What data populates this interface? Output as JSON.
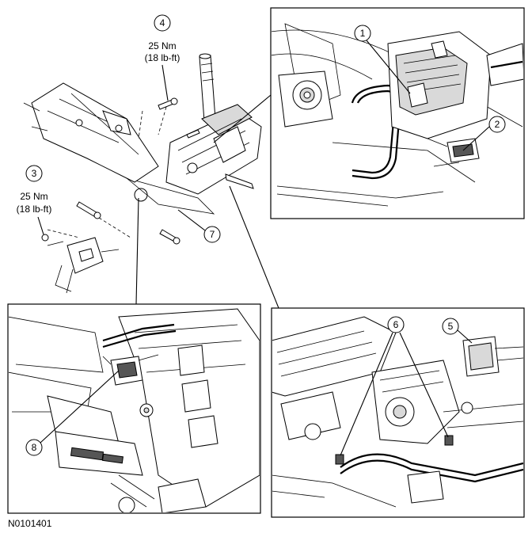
{
  "figure_id": "N0101401",
  "callouts": [
    {
      "id": "c1",
      "number": "1"
    },
    {
      "id": "c2",
      "number": "2"
    },
    {
      "id": "c3",
      "number": "3",
      "torque_nm": "25 Nm",
      "torque_lbft": "(18 lb-ft)"
    },
    {
      "id": "c4",
      "number": "4",
      "torque_nm": "25 Nm",
      "torque_lbft": "(18 lb-ft)"
    },
    {
      "id": "c5",
      "number": "5"
    },
    {
      "id": "c6",
      "number": "6"
    },
    {
      "id": "c7",
      "number": "7"
    },
    {
      "id": "c8",
      "number": "8"
    }
  ]
}
